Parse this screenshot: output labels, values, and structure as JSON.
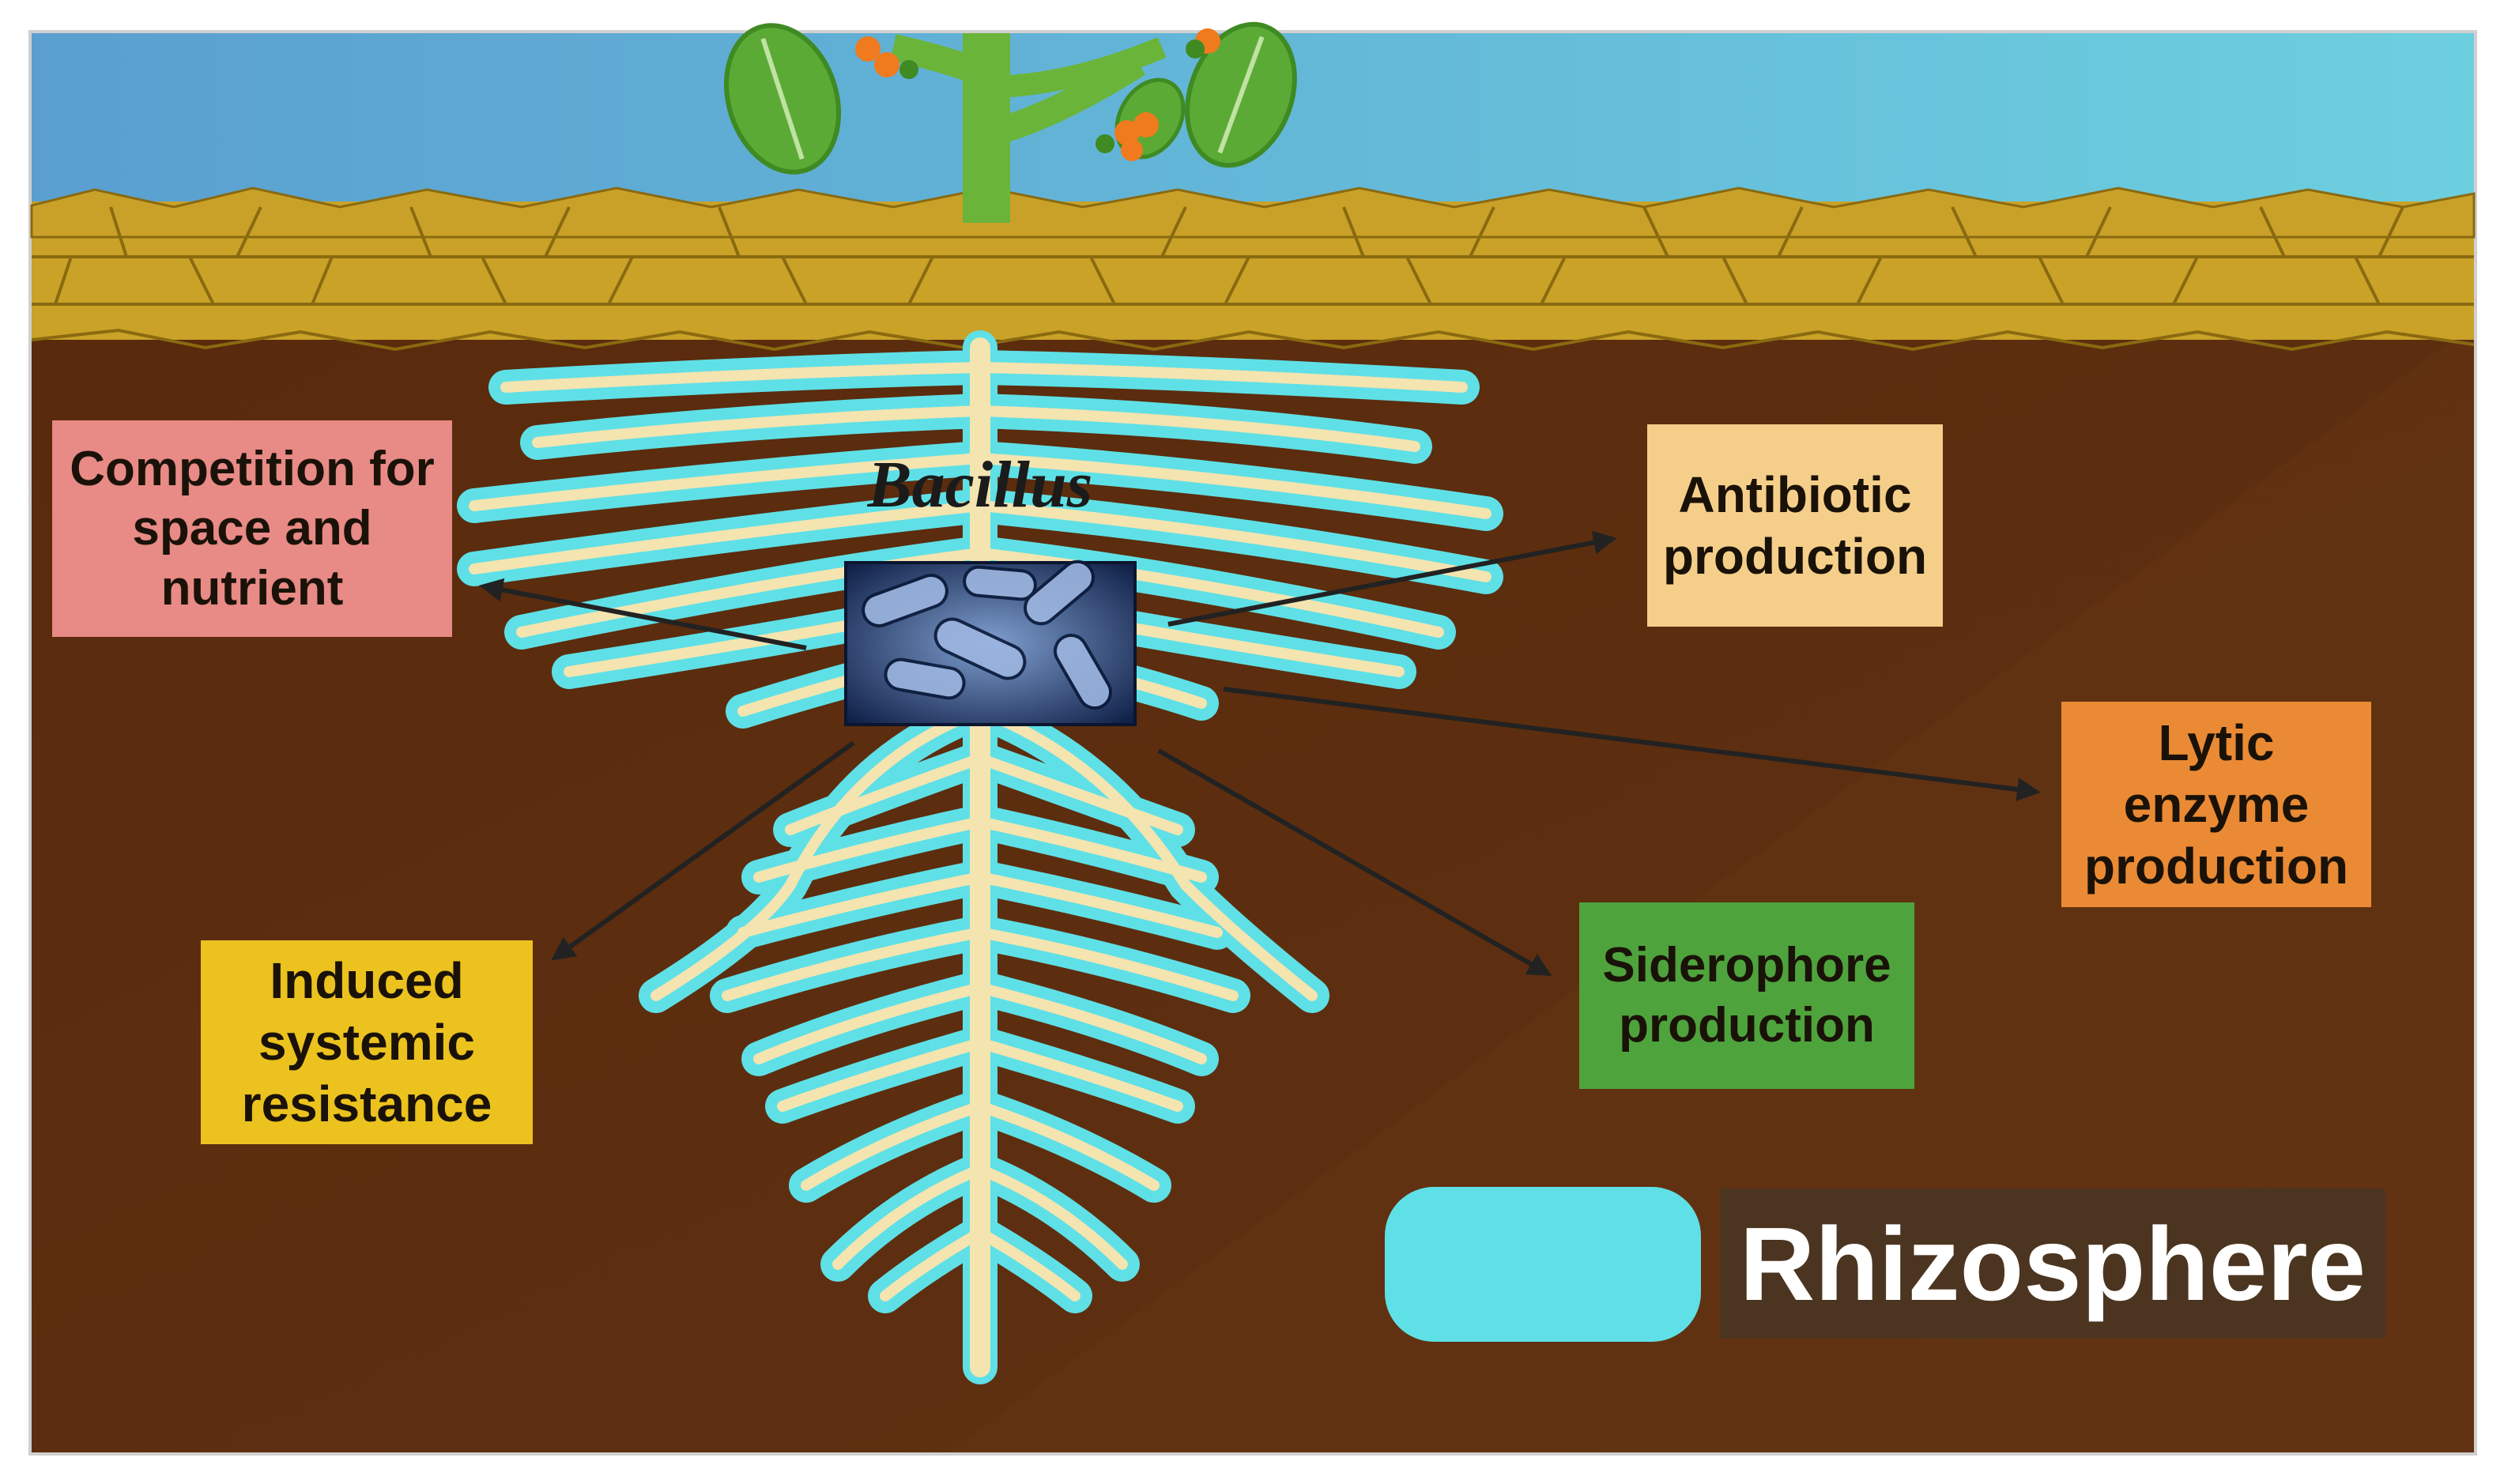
{
  "title": "Bacillus",
  "mechanisms": {
    "competition": "Competition for\nspace and\nnutrient",
    "antibiotic": "Antibiotic\nproduction",
    "lytic": "Lytic\nenzyme\nproduction",
    "siderophore": "Siderophore\nproduction",
    "isr": "Induced\nsystemic\nresistance"
  },
  "legend": {
    "label": "Rhizosphere",
    "swatch_color": "#5fe0e6"
  },
  "colors": {
    "sky": "#5fb0d6",
    "soil_surface": "#c9a227",
    "soil": "#5b2c0f",
    "root_core": "#f4e4b0",
    "rhizosphere": "#5fe0e6",
    "stem": "#6ab43a",
    "fruit": "#f07a1e"
  }
}
